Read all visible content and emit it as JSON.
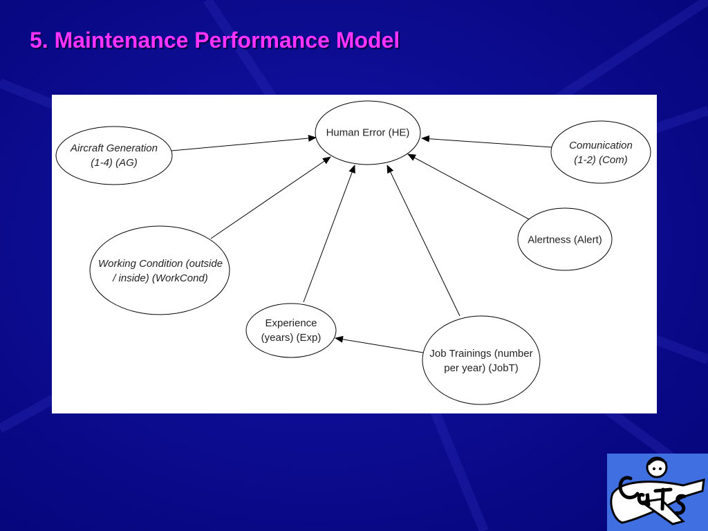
{
  "slide": {
    "title": "5. Maintenance Performance Model"
  },
  "diagram": {
    "nodes": {
      "he": {
        "line1": "Human Error (HE)"
      },
      "ag": {
        "line1": "Aircraft Generation",
        "line2": "(1-4) (AG)"
      },
      "com": {
        "line1": "Comunication",
        "line2": "(1-2) (Com)"
      },
      "alert": {
        "line1": "Alertness (Alert)"
      },
      "workcond": {
        "line1": "Working Condition (outside",
        "line2": "/ inside) (WorkCond)"
      },
      "exp": {
        "line1": "Experience",
        "line2": "(years) (Exp)"
      },
      "jobt": {
        "line1": "Job Trainings (number",
        "line2": "per year) (JobT)"
      }
    },
    "edges": [
      {
        "from": "Aircraft Generation (AG)",
        "to": "Human Error (HE)"
      },
      {
        "from": "Comunication (Com)",
        "to": "Human Error (HE)"
      },
      {
        "from": "Alertness (Alert)",
        "to": "Human Error (HE)"
      },
      {
        "from": "Working Condition (WorkCond)",
        "to": "Human Error (HE)"
      },
      {
        "from": "Experience (Exp)",
        "to": "Human Error (HE)"
      },
      {
        "from": "Job Trainings (JobT)",
        "to": "Human Error (HE)"
      },
      {
        "from": "Job Trainings (JobT)",
        "to": "Experience (Exp)"
      }
    ]
  },
  "logo": {
    "icon": "cats-logo-icon",
    "text": "CaTS"
  },
  "colors": {
    "background": "#0a0a8c",
    "title": "#ff33ff",
    "panel": "#ffffff",
    "stroke": "#000000",
    "logo_bg": "#3f6fe0"
  }
}
